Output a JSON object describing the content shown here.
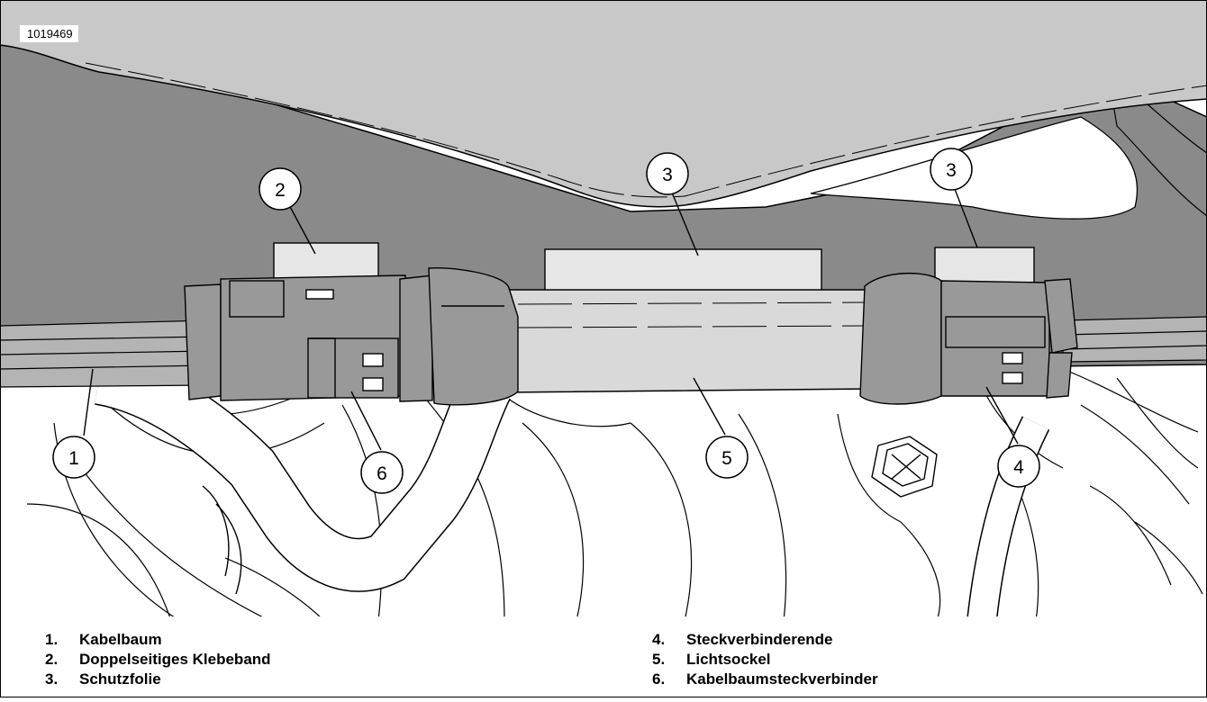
{
  "figure": {
    "id": "1019469"
  },
  "callouts": [
    {
      "number": "1"
    },
    {
      "number": "2"
    },
    {
      "number": "3"
    },
    {
      "number": "3"
    },
    {
      "number": "4"
    },
    {
      "number": "5"
    },
    {
      "number": "6"
    }
  ],
  "legend": {
    "left": [
      {
        "number": "1.",
        "label": "Kabelbaum"
      },
      {
        "number": "2.",
        "label": "Doppelseitiges Klebeband"
      },
      {
        "number": "3.",
        "label": "Schutzfolie"
      }
    ],
    "right": [
      {
        "number": "4.",
        "label": "Steckverbinderende"
      },
      {
        "number": "5.",
        "label": "Lichtsockel"
      },
      {
        "number": "6.",
        "label": "Kabelbaumsteckverbinder"
      }
    ]
  },
  "colors": {
    "fender": "#c8c8c8",
    "frame_dark": "#8a8a8a",
    "harness": "#b4b4b4",
    "light_base": "#d9d9d9",
    "connector": "#999999",
    "tape": "#e6e6e6",
    "line": "#000000"
  }
}
